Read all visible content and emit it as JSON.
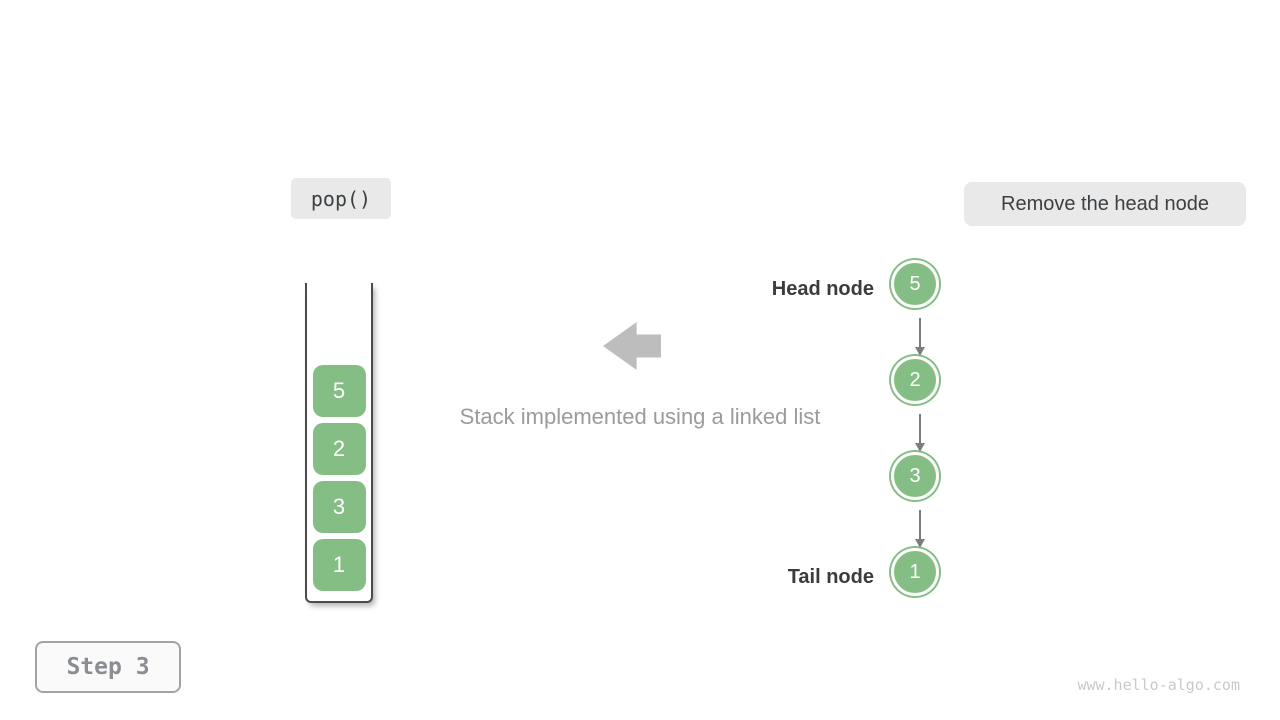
{
  "labels": {
    "operation": "pop()",
    "action": "Remove the head node",
    "step": "Step 3"
  },
  "caption": "Stack implemented using a linked list",
  "stack": {
    "items": [
      "5",
      "2",
      "3",
      "1"
    ]
  },
  "linked_list": {
    "head_label": "Head node",
    "tail_label": "Tail node",
    "nodes": [
      {
        "value": "5"
      },
      {
        "value": "2"
      },
      {
        "value": "3"
      },
      {
        "value": "1"
      }
    ]
  },
  "watermark": "www.hello-algo.com",
  "colors": {
    "node_green": "#85be85",
    "badge_gray": "#e9e9e9",
    "arrow_gray": "#bdbdbd",
    "link_arrow_gray": "#7d7d7d",
    "text_dark": "#3c4043",
    "caption_gray": "#9b9b9b"
  }
}
